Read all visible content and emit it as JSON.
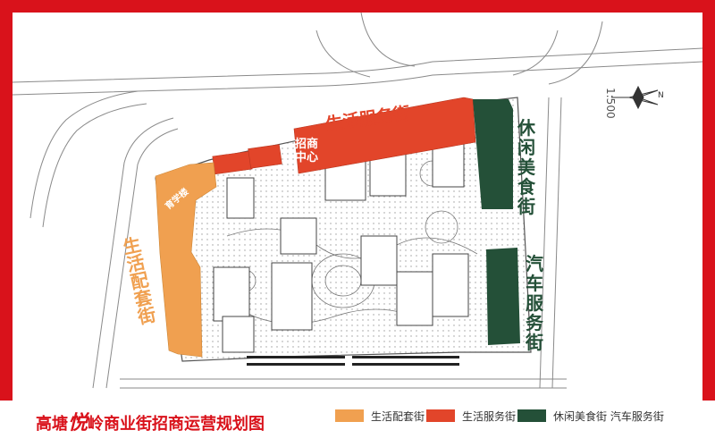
{
  "title": {
    "prefix": "高塘",
    "brand": "悦",
    "suffix": "岭商业街招商运营规划图"
  },
  "legend": [
    {
      "label": "生活配套街",
      "color": "#f0a050"
    },
    {
      "label": "生活服务街",
      "color": "#e2452a"
    },
    {
      "label": "休闲美食街 汽车服务街",
      "color": "#245038"
    }
  ],
  "map_labels": {
    "service_street": "生活服务街",
    "leasing_center": "招商中心",
    "food_street": "休闲美食街",
    "auto_street": "汽车服务街",
    "support_street": "生活配套街",
    "school": "育学楼"
  },
  "scale": "1:500",
  "north": "N",
  "colors": {
    "frame": "#d9121b",
    "support": "#f0a050",
    "service": "#e2452a",
    "green": "#245038"
  }
}
